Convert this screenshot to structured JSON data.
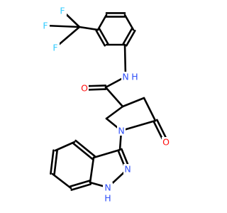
{
  "molecule": {
    "colors": {
      "bond": "#000000",
      "oxygen": "#ff0d0d",
      "nitrogen": "#3050f8",
      "fluorine": "#33ccff"
    },
    "atoms": {
      "f1": "F",
      "f2": "F",
      "f3": "F",
      "nh_amide": "N",
      "h_amide": "H",
      "o_amide": "O",
      "n_ring": "N",
      "o_lactam": "O",
      "n_indazole": "N",
      "h_indazole": "H",
      "n_indazole_h": "N"
    }
  }
}
